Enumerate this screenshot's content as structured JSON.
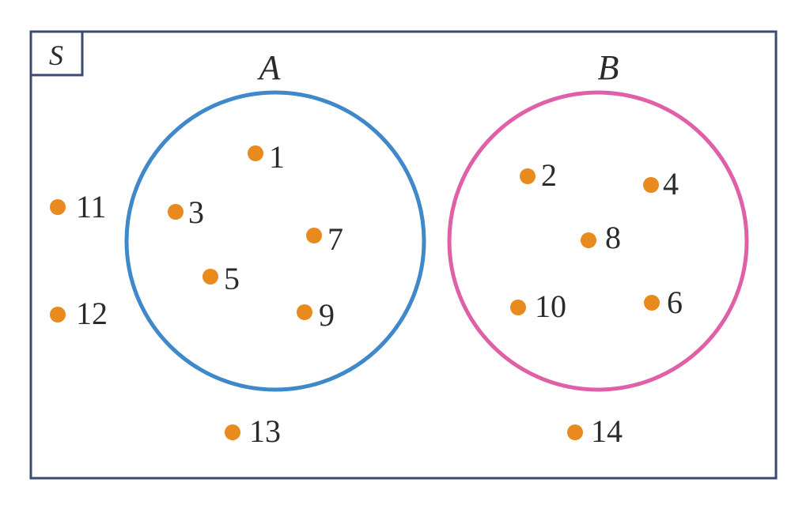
{
  "universe": {
    "label": "S",
    "border_color": "#3a4a73"
  },
  "sets": [
    {
      "id": "A",
      "label": "A",
      "color": "#3f88c9"
    },
    {
      "id": "B",
      "label": "B",
      "color": "#e060a8"
    }
  ],
  "dot_color": "#e88a1e",
  "elements": [
    {
      "label": "1",
      "region": "A"
    },
    {
      "label": "3",
      "region": "A"
    },
    {
      "label": "7",
      "region": "A"
    },
    {
      "label": "5",
      "region": "A"
    },
    {
      "label": "9",
      "region": "A"
    },
    {
      "label": "2",
      "region": "B"
    },
    {
      "label": "4",
      "region": "B"
    },
    {
      "label": "8",
      "region": "B"
    },
    {
      "label": "10",
      "region": "B"
    },
    {
      "label": "6",
      "region": "B"
    },
    {
      "label": "11",
      "region": "outside"
    },
    {
      "label": "12",
      "region": "outside"
    },
    {
      "label": "13",
      "region": "outside"
    },
    {
      "label": "14",
      "region": "outside"
    }
  ]
}
